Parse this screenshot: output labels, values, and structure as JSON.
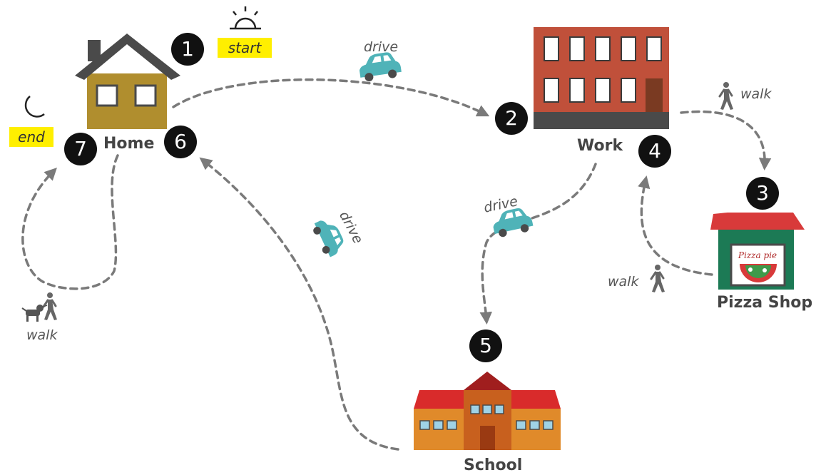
{
  "places": {
    "home": "Home",
    "work": "Work",
    "pizza_shop": "Pizza Shop",
    "school": "School",
    "pizza_sign": "Pizza pie"
  },
  "steps": [
    "1",
    "2",
    "3",
    "4",
    "5",
    "6",
    "7"
  ],
  "tags": {
    "start": "start",
    "end": "end"
  },
  "modes": {
    "drive_home_work": "drive",
    "walk_work_pizza": "walk",
    "walk_pizza_work": "walk",
    "drive_work_school": "drive",
    "drive_school_home": "drive",
    "walk_dog": "walk"
  },
  "icons": {
    "sun": "sunrise-icon",
    "moon": "moon-icon",
    "car": "car-icon",
    "walker": "walking-person-icon",
    "dog": "dog-icon"
  },
  "colors": {
    "path": "#7a7a7a",
    "step_circle": "#111111",
    "highlight": "#ffef00",
    "house": "#b08e2e",
    "roof": "#4a4a4a",
    "office": "#c0503a",
    "car": "#4fb3b8",
    "shop_green": "#1c7a55",
    "shop_red": "#d83a3a",
    "school_orange": "#e08a2a",
    "school_roof": "#d92b2b"
  }
}
